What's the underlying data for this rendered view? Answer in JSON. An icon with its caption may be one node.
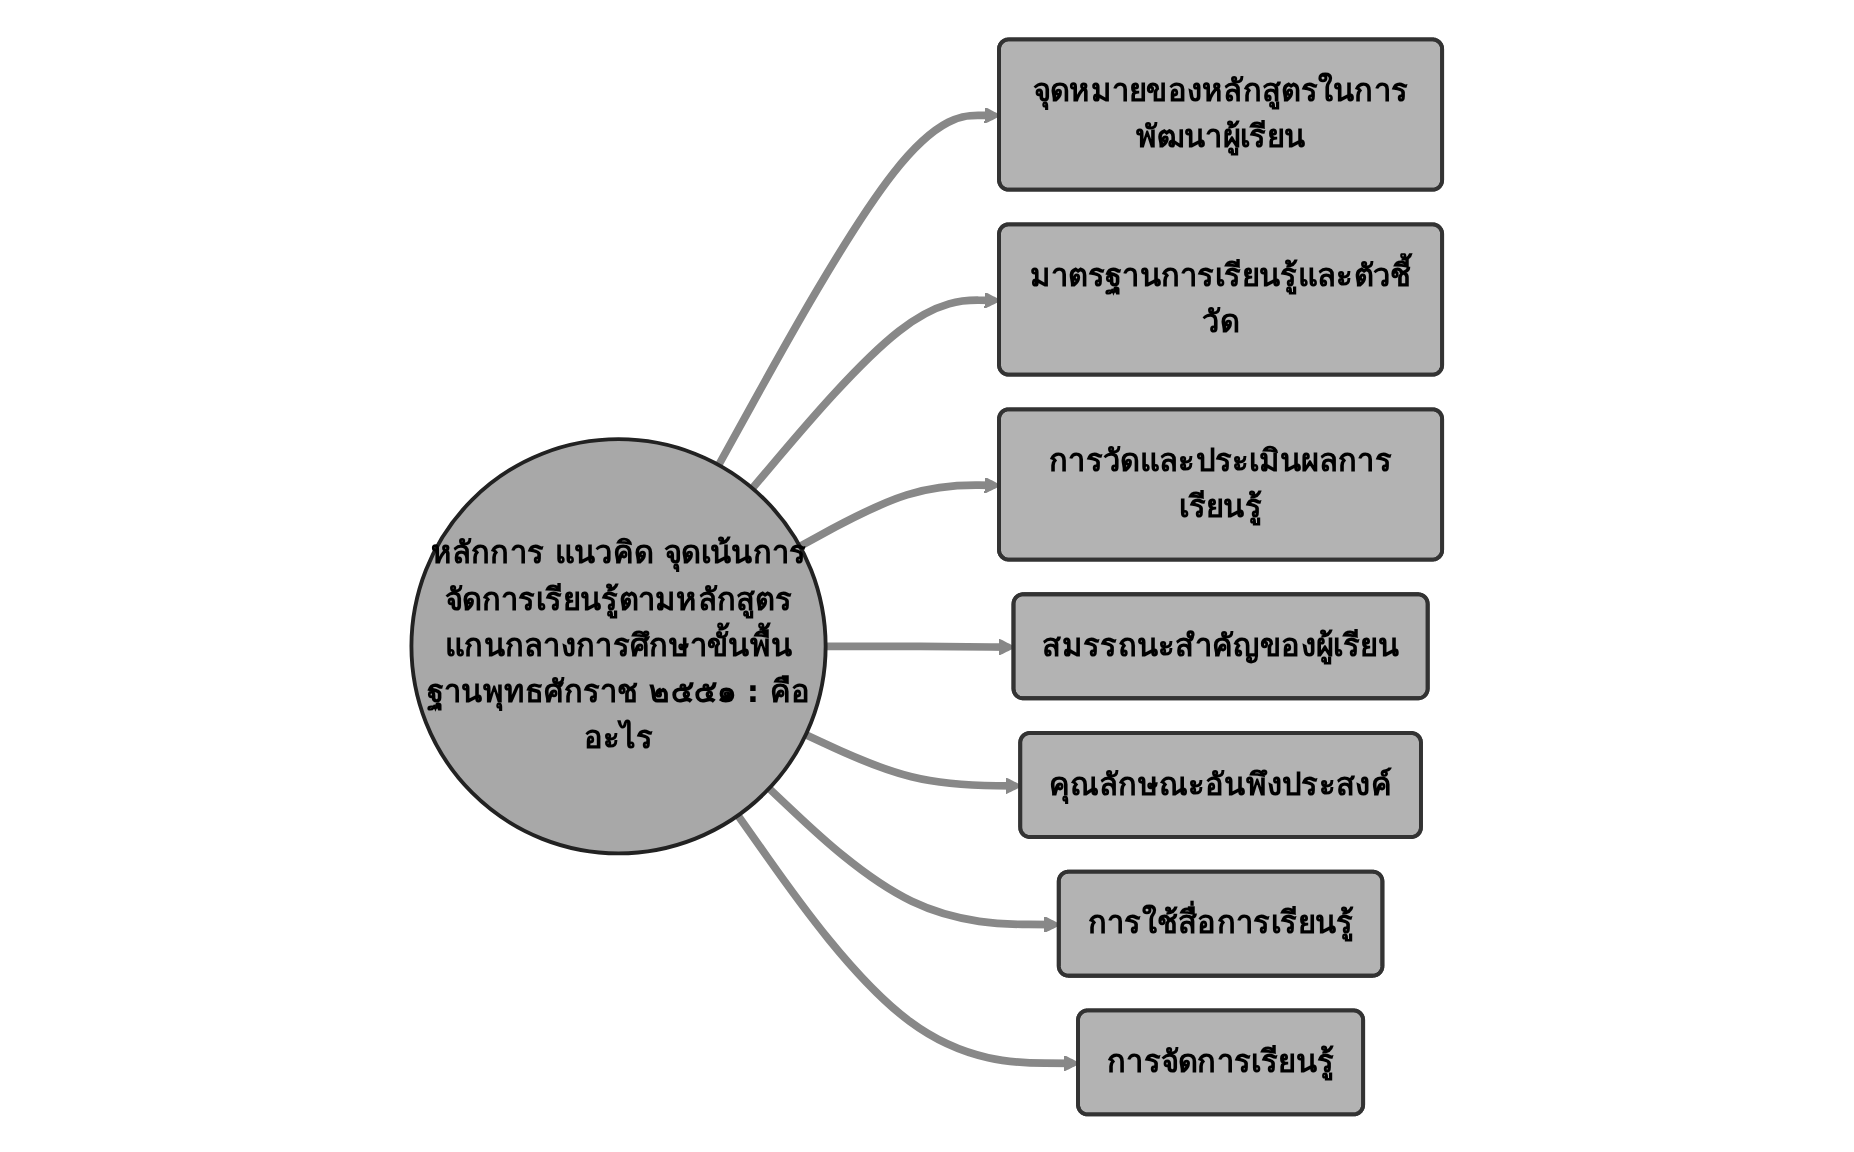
{
  "diagram": {
    "nodes": [
      {
        "text": [
          "จุดหมายของหลักสูตรในการพัฒนาผู้เรียน"
        ]
      },
      {
        "text": [
          "มาตรฐานการเรียนรู้และตัวชี้วัด"
        ]
      },
      {
        "text": [
          "การวัดและประเมินผลการเรียนรู้"
        ]
      },
      {
        "text": [
          "หลักการ แนวคิด จุดเน้นการจัดการเรียนรู้ตามหลักสูตรแกนกลางการศึกษาขั้นพื้นฐานพุทธศักราช ๒๕๕๑ : คืออะไร"
        ]
      },
      {
        "text": [
          "สมรรถนะสำคัญของผู้เรียน"
        ]
      },
      {
        "text": [
          "คุณลักษณะอันพึงประสงค์"
        ]
      },
      {
        "text": [
          "การใช้สื่อการเรียนรู้"
        ]
      },
      {
        "text": [
          "การจัดการเรียนรู้"
        ]
      }
    ],
    "edges": [
      {
        "from": 3,
        "to": 0,
        "arrow": "to"
      },
      {
        "from": 3,
        "to": 1,
        "arrow": "to"
      },
      {
        "from": 3,
        "to": 2,
        "arrow": "to"
      },
      {
        "from": 3,
        "to": 4,
        "arrow": "to"
      },
      {
        "from": 3,
        "to": 5,
        "arrow": "to"
      },
      {
        "from": 3,
        "to": 6,
        "arrow": "to"
      },
      {
        "from": 3,
        "to": 7,
        "arrow": "to"
      }
    ]
  }
}
